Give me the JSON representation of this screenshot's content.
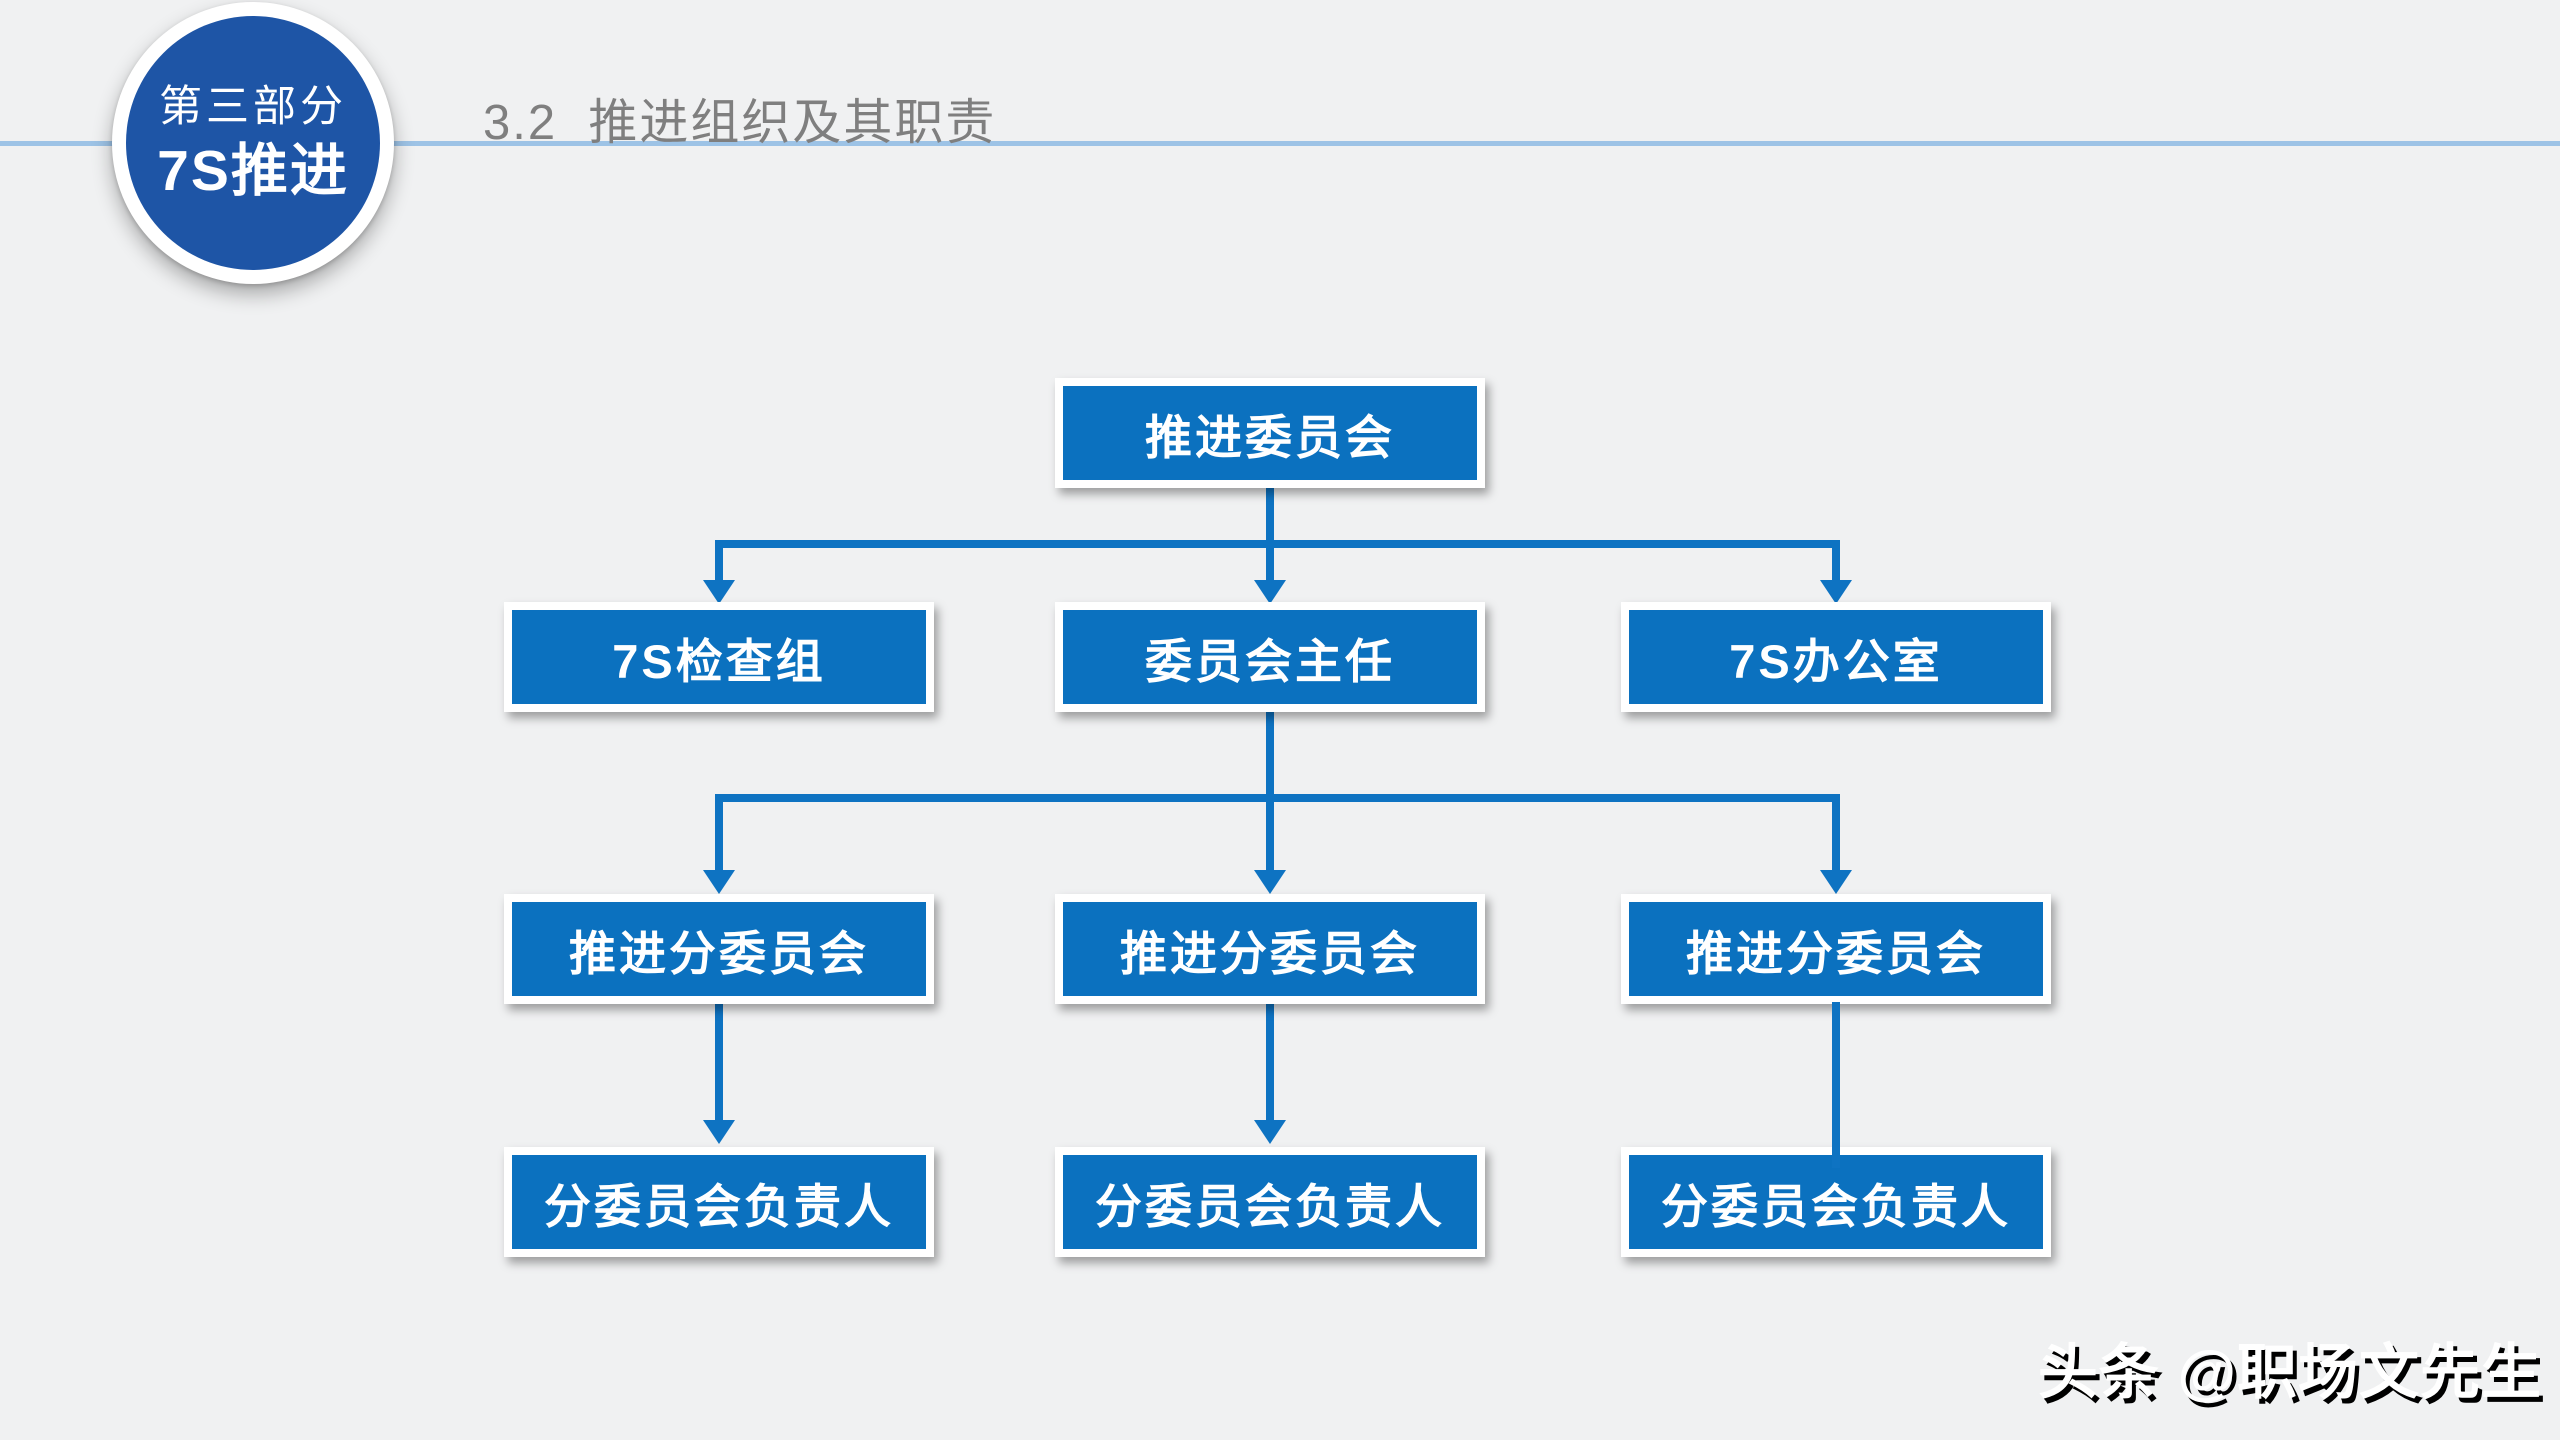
{
  "slide": {
    "badge": {
      "part": "第三部分",
      "topic": "7S推进"
    },
    "title": "3.2  推进组织及其职责",
    "watermark": "头条 @职场文先生"
  },
  "colors": {
    "background": "#f0f1f2",
    "node_fill": "#0b71bf",
    "connector": "#0e73c2",
    "badge_fill": "#1e55a6",
    "divider": "#9dc3e6",
    "title_gray": "#7f7f7f",
    "node_text": "#ffffff",
    "watermark_text": "#ffffff",
    "watermark_shadow": "#000000"
  },
  "org_chart": {
    "type": "org-tree",
    "root": {
      "label": "推进委员会"
    },
    "level2": [
      {
        "label": "7S检查组"
      },
      {
        "label": "委员会主任"
      },
      {
        "label": "7S办公室"
      }
    ],
    "level3": [
      {
        "label": "推进分委员会"
      },
      {
        "label": "推进分委员会"
      },
      {
        "label": "推进分委员会"
      }
    ],
    "level4": [
      {
        "label": "分委员会负责人"
      },
      {
        "label": "分委员会负责人"
      },
      {
        "label": "分委员会负责人"
      }
    ],
    "edges": [
      "推进委员会 -> 7S检查组",
      "推进委员会 -> 委员会主任",
      "推进委员会 -> 7S办公室",
      "委员会主任 -> 推进分委员会 (x3)",
      "推进分委员会 -> 分委员会负责人 (x3)"
    ]
  }
}
